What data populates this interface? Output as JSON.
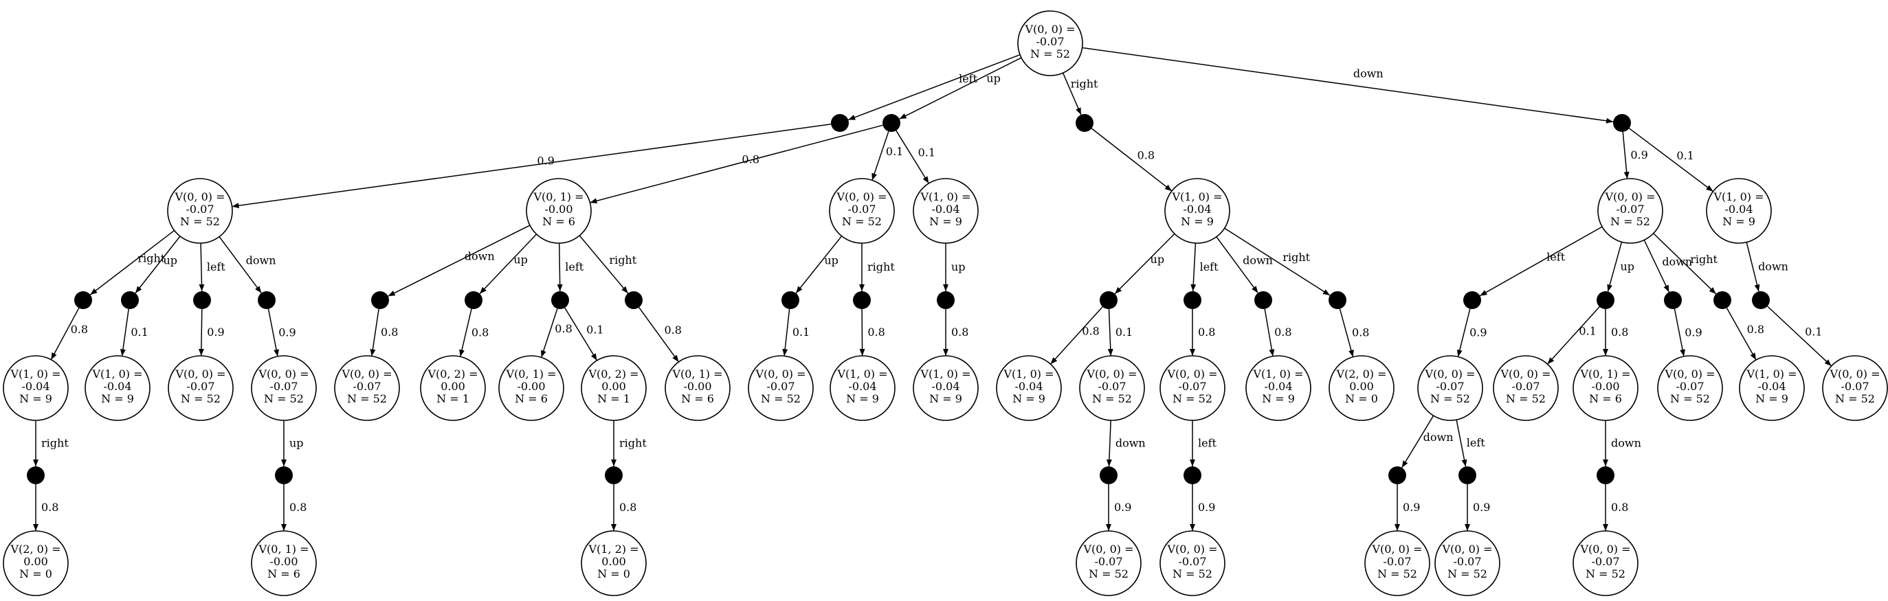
{
  "colors": {
    "background": "#ffffff",
    "ink": "#000000"
  },
  "nodes": {
    "root": {
      "lines": [
        "V(0, 0) =",
        "-0.07",
        "N = 52"
      ]
    },
    "n_l": {
      "lines": [
        "V(0, 0) =",
        "-0.07",
        "N = 52"
      ]
    },
    "n_u1": {
      "lines": [
        "V(0, 1) =",
        "-0.00",
        "N = 6"
      ]
    },
    "n_u2": {
      "lines": [
        "V(0, 0) =",
        "-0.07",
        "N = 52"
      ]
    },
    "n_u3": {
      "lines": [
        "V(1, 0) =",
        "-0.04",
        "N = 9"
      ]
    },
    "n_r": {
      "lines": [
        "V(1, 0) =",
        "-0.04",
        "N = 9"
      ]
    },
    "n_d1": {
      "lines": [
        "V(0, 0) =",
        "-0.07",
        "N = 52"
      ]
    },
    "n_d2": {
      "lines": [
        "V(1, 0) =",
        "-0.04",
        "N = 9"
      ]
    },
    "L1": {
      "lines": [
        "V(1, 0) =",
        "-0.04",
        "N = 9"
      ]
    },
    "L2": {
      "lines": [
        "V(1, 0) =",
        "-0.04",
        "N = 9"
      ]
    },
    "L3": {
      "lines": [
        "V(0, 0) =",
        "-0.07",
        "N = 52"
      ]
    },
    "L4": {
      "lines": [
        "V(0, 0) =",
        "-0.07",
        "N = 52"
      ]
    },
    "L5": {
      "lines": [
        "V(0, 0) =",
        "-0.07",
        "N = 52"
      ]
    },
    "L6": {
      "lines": [
        "V(0, 2) =",
        "0.00",
        "N = 1"
      ]
    },
    "L7": {
      "lines": [
        "V(0, 1) =",
        "-0.00",
        "N = 6"
      ]
    },
    "L8": {
      "lines": [
        "V(0, 2) =",
        "0.00",
        "N = 1"
      ]
    },
    "L9": {
      "lines": [
        "V(0, 1) =",
        "-0.00",
        "N = 6"
      ]
    },
    "L10": {
      "lines": [
        "V(0, 0) =",
        "-0.07",
        "N = 52"
      ]
    },
    "L11": {
      "lines": [
        "V(1, 0) =",
        "-0.04",
        "N = 9"
      ]
    },
    "L12": {
      "lines": [
        "V(1, 0) =",
        "-0.04",
        "N = 9"
      ]
    },
    "L13": {
      "lines": [
        "V(1, 0) =",
        "-0.04",
        "N = 9"
      ]
    },
    "L14": {
      "lines": [
        "V(0, 0) =",
        "-0.07",
        "N = 52"
      ]
    },
    "L15": {
      "lines": [
        "V(0, 0) =",
        "-0.07",
        "N = 52"
      ]
    },
    "L16": {
      "lines": [
        "V(1, 0) =",
        "-0.04",
        "N = 9"
      ]
    },
    "L17": {
      "lines": [
        "V(2, 0) =",
        "0.00",
        "N = 0"
      ]
    },
    "L18": {
      "lines": [
        "V(0, 0) =",
        "-0.07",
        "N = 52"
      ]
    },
    "L19": {
      "lines": [
        "V(0, 0) =",
        "-0.07",
        "N = 52"
      ]
    },
    "L20": {
      "lines": [
        "V(0, 1) =",
        "-0.00",
        "N = 6"
      ]
    },
    "L21": {
      "lines": [
        "V(0, 0) =",
        "-0.07",
        "N = 52"
      ]
    },
    "L22": {
      "lines": [
        "V(1, 0) =",
        "-0.04",
        "N = 9"
      ]
    },
    "L23": {
      "lines": [
        "V(0, 0) =",
        "-0.07",
        "N = 52"
      ]
    },
    "M1": {
      "lines": [
        "V(2, 0) =",
        "0.00",
        "N = 0"
      ]
    },
    "M2": {
      "lines": [
        "V(0, 1) =",
        "-0.00",
        "N = 6"
      ]
    },
    "M3": {
      "lines": [
        "V(1, 2) =",
        "0.00",
        "N = 0"
      ]
    },
    "M4": {
      "lines": [
        "V(0, 0) =",
        "-0.07",
        "N = 52"
      ]
    },
    "M5": {
      "lines": [
        "V(0, 0) =",
        "-0.07",
        "N = 52"
      ]
    },
    "M6": {
      "lines": [
        "V(0, 0) =",
        "-0.07",
        "N = 52"
      ]
    },
    "M7": {
      "lines": [
        "V(0, 0) =",
        "-0.07",
        "N = 52"
      ]
    },
    "M8": {
      "lines": [
        "V(0, 0) =",
        "-0.07",
        "N = 52"
      ]
    }
  },
  "edges": [
    {
      "from": "root",
      "to": "a_left",
      "label": "left"
    },
    {
      "from": "root",
      "to": "a_up",
      "label": "up"
    },
    {
      "from": "root",
      "to": "a_right",
      "label": "right"
    },
    {
      "from": "root",
      "to": "a_down",
      "label": "down"
    },
    {
      "from": "a_left",
      "to": "n_l",
      "label": "0.9"
    },
    {
      "from": "a_up",
      "to": "n_u1",
      "label": "0.8"
    },
    {
      "from": "a_up",
      "to": "n_u2",
      "label": "0.1"
    },
    {
      "from": "a_up",
      "to": "n_u3",
      "label": "0.1"
    },
    {
      "from": "a_right",
      "to": "n_r",
      "label": "0.8"
    },
    {
      "from": "a_down",
      "to": "n_d1",
      "label": "0.9"
    },
    {
      "from": "a_down",
      "to": "n_d2",
      "label": "0.1"
    },
    {
      "from": "n_l",
      "to": "l_right",
      "label": "right"
    },
    {
      "from": "n_l",
      "to": "l_up",
      "label": "up"
    },
    {
      "from": "n_l",
      "to": "l_left",
      "label": "left"
    },
    {
      "from": "n_l",
      "to": "l_down",
      "label": "down"
    },
    {
      "from": "l_right",
      "to": "L1",
      "label": "0.8"
    },
    {
      "from": "l_up",
      "to": "L2",
      "label": "0.1"
    },
    {
      "from": "l_left",
      "to": "L3",
      "label": "0.9"
    },
    {
      "from": "l_down",
      "to": "L4",
      "label": "0.9"
    },
    {
      "from": "L1",
      "to": "l1_right",
      "label": "right"
    },
    {
      "from": "l1_right",
      "to": "M1",
      "label": "0.8"
    },
    {
      "from": "L4",
      "to": "l4_up",
      "label": "up"
    },
    {
      "from": "l4_up",
      "to": "M2",
      "label": "0.8"
    },
    {
      "from": "n_u1",
      "to": "u1_down",
      "label": "down"
    },
    {
      "from": "n_u1",
      "to": "u1_up",
      "label": "up"
    },
    {
      "from": "n_u1",
      "to": "u1_left",
      "label": "left"
    },
    {
      "from": "n_u1",
      "to": "u1_right",
      "label": "right"
    },
    {
      "from": "u1_down",
      "to": "L5",
      "label": "0.8"
    },
    {
      "from": "u1_up",
      "to": "L6",
      "label": "0.8"
    },
    {
      "from": "u1_left",
      "to": "L7",
      "label": "0.8"
    },
    {
      "from": "u1_left",
      "to": "L8",
      "label": "0.1"
    },
    {
      "from": "u1_right",
      "to": "L9",
      "label": "0.8"
    },
    {
      "from": "L8",
      "to": "l8_right",
      "label": "right"
    },
    {
      "from": "l8_right",
      "to": "M3",
      "label": "0.8"
    },
    {
      "from": "n_u2",
      "to": "u2_up",
      "label": "up"
    },
    {
      "from": "n_u2",
      "to": "u2_right",
      "label": "right"
    },
    {
      "from": "u2_up",
      "to": "L10",
      "label": "0.1"
    },
    {
      "from": "u2_right",
      "to": "L11",
      "label": "0.8"
    },
    {
      "from": "n_u3",
      "to": "u3_up",
      "label": "up"
    },
    {
      "from": "u3_up",
      "to": "L12",
      "label": "0.8"
    },
    {
      "from": "n_r",
      "to": "r_up",
      "label": "up"
    },
    {
      "from": "n_r",
      "to": "r_left",
      "label": "left"
    },
    {
      "from": "n_r",
      "to": "r_down",
      "label": "down"
    },
    {
      "from": "n_r",
      "to": "r_right",
      "label": "right"
    },
    {
      "from": "r_up",
      "to": "L13",
      "label": "0.8"
    },
    {
      "from": "r_up",
      "to": "L14",
      "label": "0.1"
    },
    {
      "from": "r_left",
      "to": "L15",
      "label": "0.8"
    },
    {
      "from": "r_down",
      "to": "L16",
      "label": "0.8"
    },
    {
      "from": "r_right",
      "to": "L17",
      "label": "0.8"
    },
    {
      "from": "L14",
      "to": "l14_down",
      "label": "down"
    },
    {
      "from": "l14_down",
      "to": "M4",
      "label": "0.9"
    },
    {
      "from": "L15",
      "to": "l15_left",
      "label": "left"
    },
    {
      "from": "l15_left",
      "to": "M5",
      "label": "0.9"
    },
    {
      "from": "n_d1",
      "to": "d1_left",
      "label": "left"
    },
    {
      "from": "n_d1",
      "to": "d1_up",
      "label": "up"
    },
    {
      "from": "n_d1",
      "to": "d1_down",
      "label": "down"
    },
    {
      "from": "n_d1",
      "to": "d1_right",
      "label": "right"
    },
    {
      "from": "d1_left",
      "to": "L18",
      "label": "0.9"
    },
    {
      "from": "d1_up",
      "to": "L19",
      "label": "0.1"
    },
    {
      "from": "d1_up",
      "to": "L20",
      "label": "0.8"
    },
    {
      "from": "d1_down",
      "to": "L21",
      "label": "0.9"
    },
    {
      "from": "d1_right",
      "to": "L22",
      "label": "0.8"
    },
    {
      "from": "L18",
      "to": "l18_down",
      "label": "down"
    },
    {
      "from": "L18",
      "to": "l18_left",
      "label": "left"
    },
    {
      "from": "l18_down",
      "to": "M6",
      "label": "0.9"
    },
    {
      "from": "l18_left",
      "to": "M7",
      "label": "0.9"
    },
    {
      "from": "L20",
      "to": "l20_down",
      "label": "down"
    },
    {
      "from": "l20_down",
      "to": "M8",
      "label": "0.8"
    },
    {
      "from": "n_d2",
      "to": "d2_down",
      "label": "down"
    },
    {
      "from": "d2_down",
      "to": "L23",
      "label": "0.1"
    }
  ]
}
